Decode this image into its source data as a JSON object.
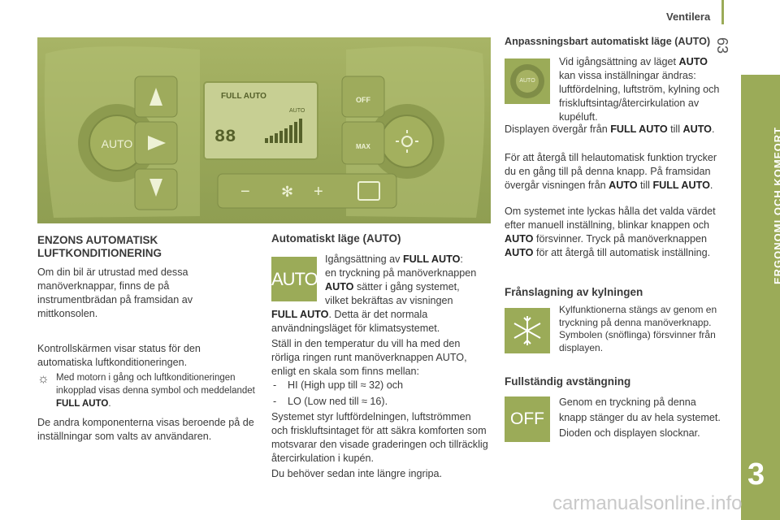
{
  "header": {
    "section": "Ventilera",
    "page_number": "63"
  },
  "side_tab": {
    "label": "ERGONOMI OCH KOMFORT",
    "chapter": "3"
  },
  "panel": {
    "display_mode": "FULL AUTO",
    "display_auto": "AUTO",
    "display_digits": "88",
    "btn_auto": "AUTO",
    "btn_off": "OFF",
    "btn_max": "MAX",
    "minus": "−",
    "plus": "+"
  },
  "left": {
    "heading": "ENZONS AUTOMATISK LUFTKONDITIONERING",
    "p1": "Om din bil är utrustad med dessa manöverknappar, finns de på instrumentbrädan på framsidan av mittkonsolen.",
    "p2": "Kontrollskärmen visar status för den automatiska luftkonditioneringen.",
    "note_a": "Med motorn i gång och luftkonditioneringen inkopplad visas denna symbol och meddelandet ",
    "note_b": "FULL AUTO",
    "note_c": ".",
    "p3": "De andra komponenterna visas beroende på de inställningar som valts av användaren."
  },
  "middle": {
    "heading": "Automatiskt läge (AUTO)",
    "icon_label": "AUTO",
    "s1a": "Igångsättning av ",
    "s1b": "FULL AUTO",
    "s1c": ":",
    "s1d": "en tryckning på manöverknappen",
    "s1e": "AUTO",
    "s1f": " sätter i gång systemet,",
    "s1g": "vilket bekräftas av visningen",
    "s1h": "FULL AUTO",
    "s1i": ". Detta är det normala användningsläget för klimatsystemet.",
    "p2": "Ställ in den temperatur du vill ha med den rörliga ringen runt manöverknappen AUTO, enligt en skala som finns mellan:",
    "list": [
      "HI (High upp till ≈ 32) och",
      "LO (Low ned till ≈ 16)."
    ],
    "p3": "Systemet styr luftfördelningen, luftströmmen och friskluftsintaget för att säkra komforten som motsvarar den visade graderingen och tillräcklig återcirkulation i kupén.",
    "p4": "Du behöver sedan inte längre ingripa."
  },
  "right": {
    "h1": "Anpassningsbart automatiskt läge (AUTO)",
    "r1a": "Vid igångsättning av läget ",
    "r1b": "AUTO",
    "r1c": " kan vissa inställningar ändras: luftfördelning, luftström, kylning och friskluftsintag/återcirkulation av kupéluft.",
    "r2a": "Displayen övergår från ",
    "r2b": "FULL AUTO",
    "r2c": " till ",
    "r2d": "AUTO",
    "r2e": ".",
    "r3a": "För att återgå till helautomatisk funktion trycker du en gång till på denna knapp. På framsidan övergår visningen från ",
    "r3b": "AUTO",
    "r3c": " till ",
    "r3d": "FULL AUTO",
    "r3e": ".",
    "r4a": "Om systemet inte lyckas hålla det valda värdet efter manuell inställning, blinkar knappen och ",
    "r4b": "AUTO",
    "r4c": " försvinner. Tryck på manöverknappen ",
    "r4d": "AUTO",
    "r4e": " för att återgå till automatisk inställning.",
    "h2": "Frånslagning av kylningen",
    "r5": "Kylfunktionerna stängs av genom en tryckning på denna manöverknapp. Symbolen (snöflinga) försvinner från displayen.",
    "h3": "Fullständig avstängning",
    "off_label": "OFF",
    "r6": "Genom en tryckning på denna knapp stänger du av hela systemet. Dioden och displayen slocknar."
  },
  "watermark": "carmanualsonline.info"
}
